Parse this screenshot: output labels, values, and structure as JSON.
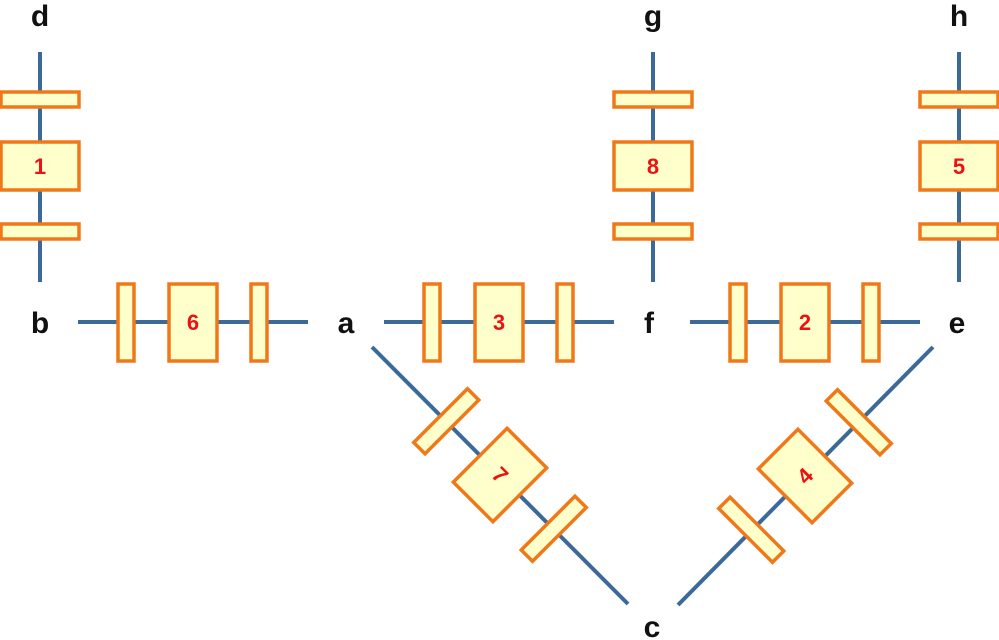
{
  "colors": {
    "line": "#3b6a98",
    "box_fill": "#ffffcc",
    "box_stroke": "#f07818",
    "edge_label": "#ee1111",
    "node_label": "#111111"
  },
  "nodes": {
    "d": "d",
    "g": "g",
    "h": "h",
    "b": "b",
    "a": "a",
    "f": "f",
    "e": "e",
    "c": "c"
  },
  "edges": [
    {
      "id": "bd",
      "from": "b",
      "to": "d",
      "label": "1"
    },
    {
      "id": "fe",
      "from": "f",
      "to": "e",
      "label": "2"
    },
    {
      "id": "af",
      "from": "a",
      "to": "f",
      "label": "3"
    },
    {
      "id": "ce",
      "from": "c",
      "to": "e",
      "label": "4"
    },
    {
      "id": "eh",
      "from": "e",
      "to": "h",
      "label": "5"
    },
    {
      "id": "ba",
      "from": "b",
      "to": "a",
      "label": "6"
    },
    {
      "id": "ac",
      "from": "a",
      "to": "c",
      "label": "7"
    },
    {
      "id": "fg",
      "from": "f",
      "to": "g",
      "label": "8"
    }
  ]
}
